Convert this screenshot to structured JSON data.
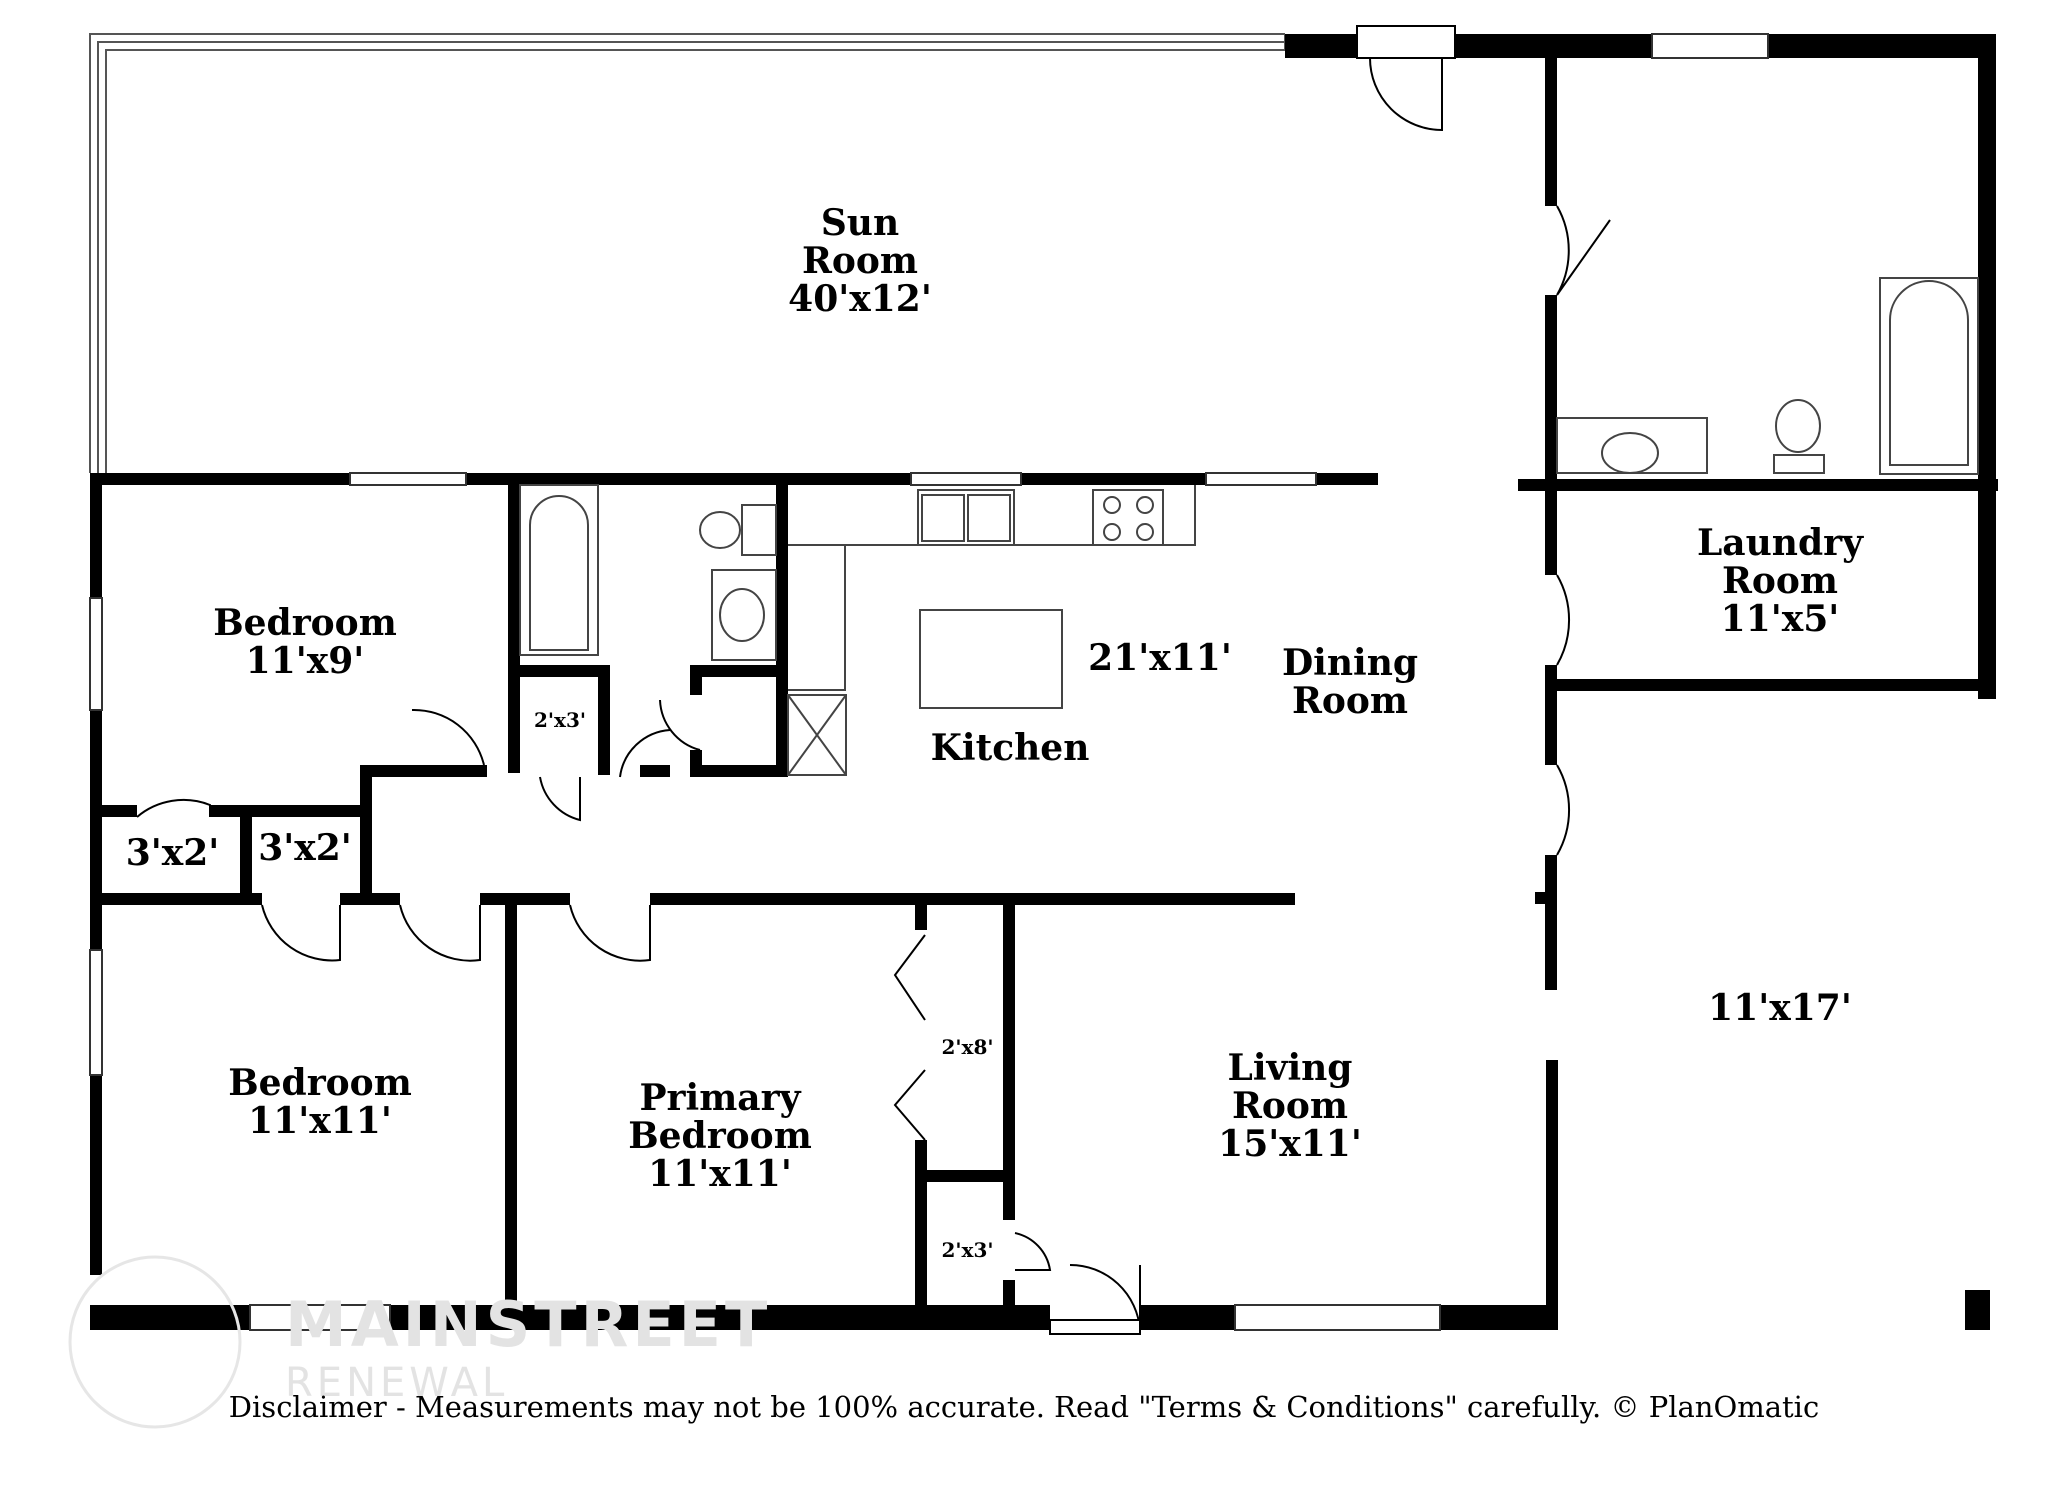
{
  "rooms": {
    "sun": {
      "name_1": "Sun",
      "name_2": "Room",
      "dims": "40'x12'"
    },
    "bedroom_top": {
      "name": "Bedroom",
      "dims": "11'x9'"
    },
    "bedroom_bottom": {
      "name": "Bedroom",
      "dims": "11'x11'"
    },
    "closet_a": {
      "dims": "3'x2'"
    },
    "closet_b": {
      "dims": "3'x2'"
    },
    "closet_c": {
      "dims": "2'x3'"
    },
    "closet_d": {
      "dims": "2'x8'"
    },
    "closet_e": {
      "dims": "2'x3'"
    },
    "kitchen": {
      "name": "Kitchen",
      "dims": "21'x11'"
    },
    "dining": {
      "name_1": "Dining",
      "name_2": "Room"
    },
    "laundry": {
      "name_1": "Laundry",
      "name_2": "Room",
      "dims": "11'x5'"
    },
    "right_room": {
      "dims": "11'x17'"
    },
    "primary": {
      "name_1": "Primary",
      "name_2": "Bedroom",
      "dims": "11'x11'"
    },
    "living": {
      "name_1": "Living",
      "name_2": "Room",
      "dims": "15'x11'"
    }
  },
  "watermark": {
    "line_1": "MAINSTREET",
    "line_2": "RENEWAL"
  },
  "disclaimer": "Disclaimer - Measurements may not be 100% accurate. Read \"Terms & Conditions\" carefully. © PlanOmatic"
}
